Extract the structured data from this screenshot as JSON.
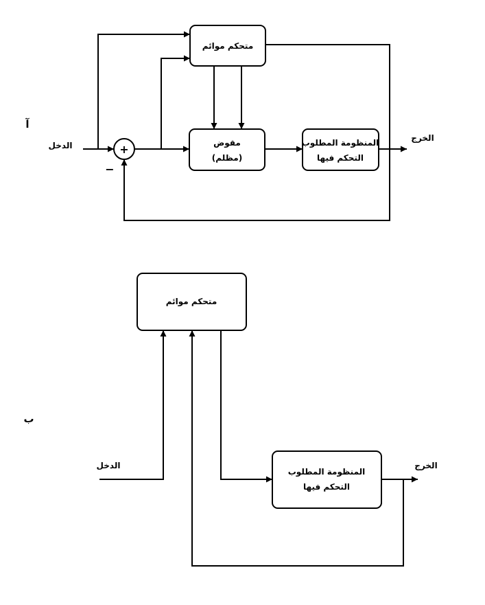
{
  "diagram_a": {
    "label": "آ",
    "adaptive_controller": "متحكم موائم",
    "compensator_line1": "مقوض",
    "compensator_line2": "(مظلم)",
    "plant_line1": "المنظومة المطلوب",
    "plant_line2": "التحكم فيها",
    "input": "الدخل",
    "output": "الخرج",
    "sum_plus": "+",
    "sum_minus": "−"
  },
  "diagram_b": {
    "label": "ب",
    "adaptive_controller": "متحكم موائم",
    "plant_line1": "المنظومة المطلوب",
    "plant_line2": "التحكم فيها",
    "input": "الدخل",
    "output": "الخرج"
  }
}
